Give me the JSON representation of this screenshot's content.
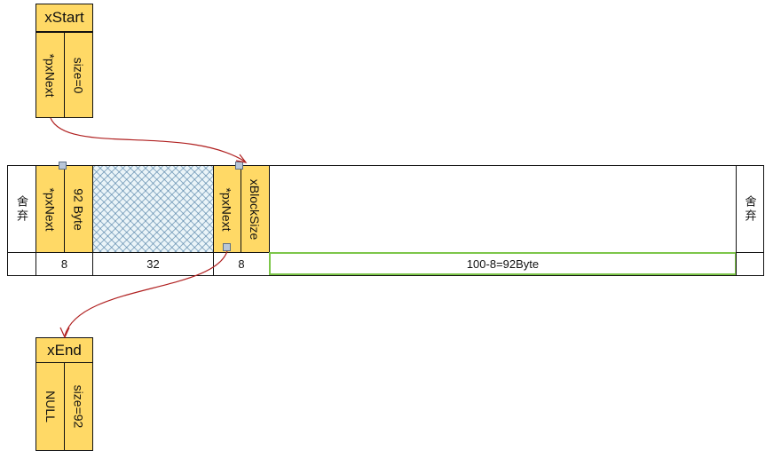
{
  "xstart": {
    "title": "xStart",
    "ptr": "*pxNext",
    "size": "size=0"
  },
  "heap": {
    "discard_left": "舍弃",
    "block1": {
      "ptr": "*pxNext",
      "size": "92 Byte"
    },
    "block2": {
      "ptr": "*pxNext",
      "size": "xBlockSize"
    },
    "discard_right": "舍弃",
    "row": {
      "b1": "8",
      "used": "32",
      "b2": "8",
      "free": "100-8=92Byte"
    }
  },
  "xend": {
    "title": "xEnd",
    "ptr": "NULL",
    "size": "size=92"
  },
  "colors": {
    "header_fill": "#FFD966",
    "arrow": "#b02020",
    "free_outline": "#7dc64a"
  }
}
